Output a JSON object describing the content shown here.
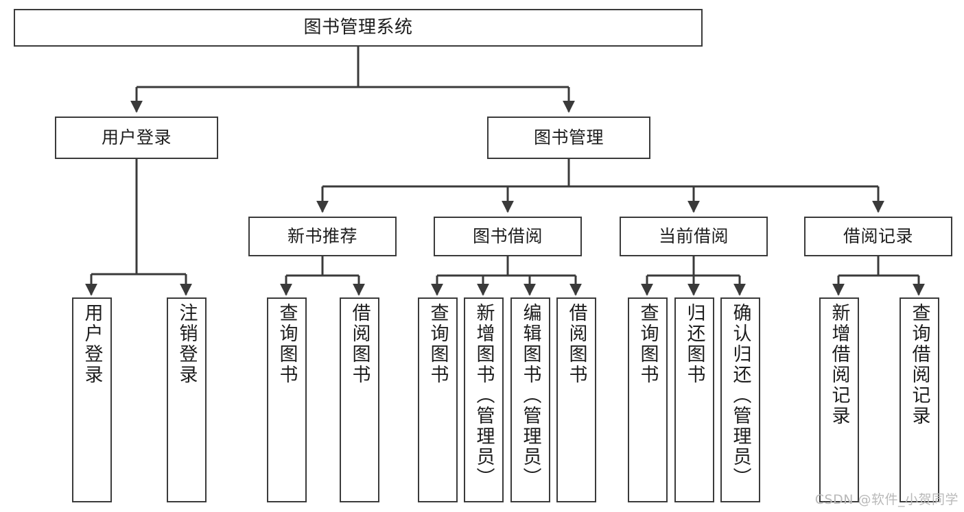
{
  "diagram": {
    "title": "图书管理系统",
    "type": "功能结构图",
    "watermark": "CSDN @软件_小贺同学",
    "colors": {
      "box_border": "#3a3a3a",
      "box_fill": "#ffffff",
      "edge": "#3a3a3a",
      "text": "#1d1d1d",
      "watermark": "#b9b9b9"
    }
  },
  "nodes": {
    "root": {
      "label": "图书管理系统"
    },
    "level2": [
      {
        "id": "user-login",
        "label": "用户登录"
      },
      {
        "id": "book-management",
        "label": "图书管理"
      }
    ],
    "level3": [
      {
        "id": "new-book-recommend",
        "label": "新书推荐"
      },
      {
        "id": "book-borrow",
        "label": "图书借阅"
      },
      {
        "id": "current-borrow",
        "label": "当前借阅"
      },
      {
        "id": "borrow-record",
        "label": "借阅记录"
      }
    ],
    "leaves": {
      "user_login": [
        {
          "id": "leaf-user-login",
          "label": "用户登录"
        },
        {
          "id": "leaf-logout-login",
          "label": "注销登录"
        }
      ],
      "new_book_recommend": [
        {
          "id": "leaf-query-book-1",
          "label": "查询图书"
        },
        {
          "id": "leaf-borrow-book-1",
          "label": "借阅图书"
        }
      ],
      "book_borrow": [
        {
          "id": "leaf-query-book-2",
          "label": "查询图书"
        },
        {
          "id": "leaf-add-book",
          "label": "新增图书（管理员）"
        },
        {
          "id": "leaf-edit-book",
          "label": "编辑图书（管理员）"
        },
        {
          "id": "leaf-borrow-book-2",
          "label": "借阅图书"
        }
      ],
      "current_borrow": [
        {
          "id": "leaf-query-book-3",
          "label": "查询图书"
        },
        {
          "id": "leaf-return-book",
          "label": "归还图书"
        },
        {
          "id": "leaf-confirm-return",
          "label": "确认归还（管理员）"
        }
      ],
      "borrow_record": [
        {
          "id": "leaf-add-record",
          "label": "新增借阅记录"
        },
        {
          "id": "leaf-query-record",
          "label": "查询借阅记录"
        }
      ]
    }
  },
  "chart_data": {
    "type": "tree-diagram",
    "title": "图书管理系统",
    "orientation": "top-down",
    "levels": 4,
    "hierarchy": [
      {
        "label": "图书管理系统",
        "children": [
          {
            "label": "用户登录",
            "children": [
              {
                "label": "用户登录",
                "children": []
              },
              {
                "label": "注销登录",
                "children": []
              }
            ]
          },
          {
            "label": "图书管理",
            "children": [
              {
                "label": "新书推荐",
                "children": [
                  {
                    "label": "查询图书",
                    "children": []
                  },
                  {
                    "label": "借阅图书",
                    "children": []
                  }
                ]
              },
              {
                "label": "图书借阅",
                "children": [
                  {
                    "label": "查询图书",
                    "children": []
                  },
                  {
                    "label": "新增图书（管理员）",
                    "children": []
                  },
                  {
                    "label": "编辑图书（管理员）",
                    "children": []
                  },
                  {
                    "label": "借阅图书",
                    "children": []
                  }
                ]
              },
              {
                "label": "当前借阅",
                "children": [
                  {
                    "label": "查询图书",
                    "children": []
                  },
                  {
                    "label": "归还图书",
                    "children": []
                  },
                  {
                    "label": "确认归还（管理员）",
                    "children": []
                  }
                ]
              },
              {
                "label": "借阅记录",
                "children": [
                  {
                    "label": "新增借阅记录",
                    "children": []
                  },
                  {
                    "label": "查询借阅记录",
                    "children": []
                  }
                ]
              }
            ]
          }
        ]
      }
    ]
  }
}
